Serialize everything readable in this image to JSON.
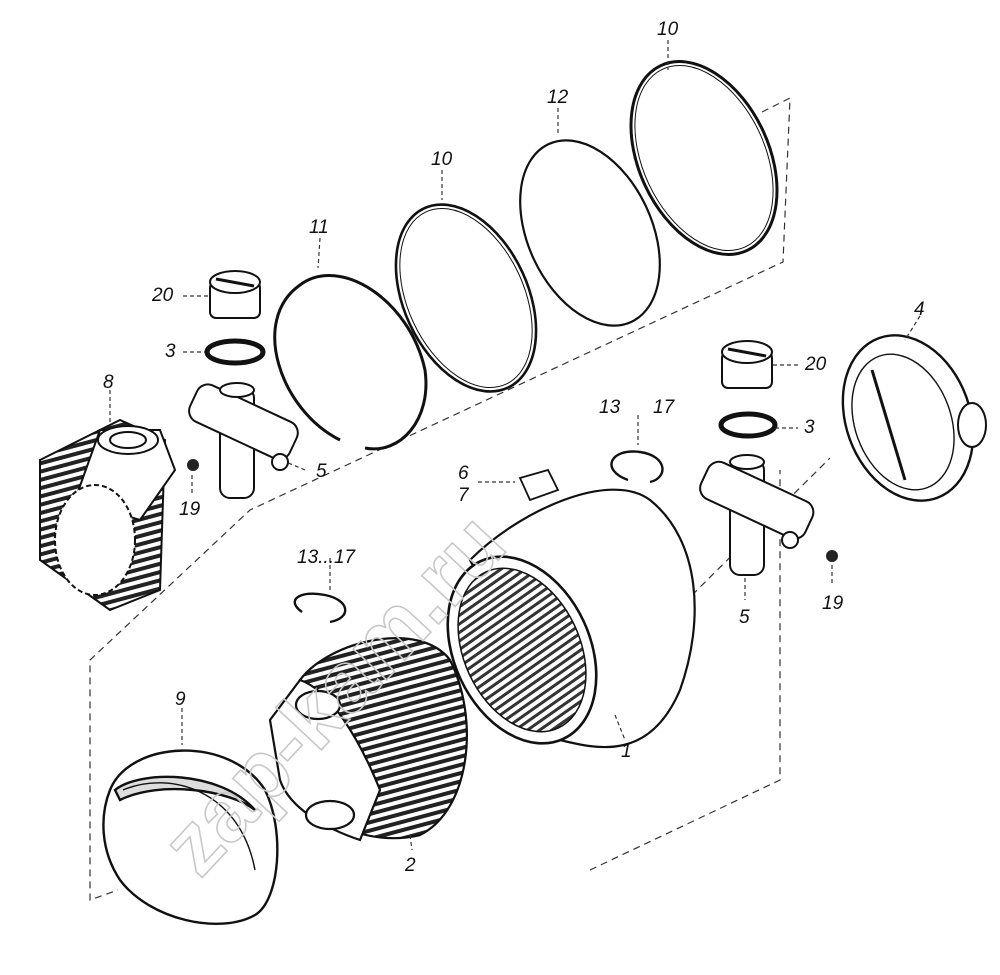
{
  "watermark": "zap-kam.ru",
  "callouts": {
    "c1": "1",
    "c2": "2",
    "c3a": "3",
    "c3b": "3",
    "c4": "4",
    "c5a": "5",
    "c5b": "5",
    "c6": "6",
    "c7": "7",
    "c8": "8",
    "c9": "9",
    "c10a": "10",
    "c10b": "10",
    "c11": "11",
    "c12": "12",
    "c13_17a": "13...17",
    "c13b": "13",
    "c17b": "17",
    "c19a": "19",
    "c19b": "19",
    "c20a": "20",
    "c20b": "20"
  },
  "colors": {
    "line": "#111111",
    "dash": "#333333",
    "fill": "#ffffff",
    "hatch": "#222222"
  }
}
